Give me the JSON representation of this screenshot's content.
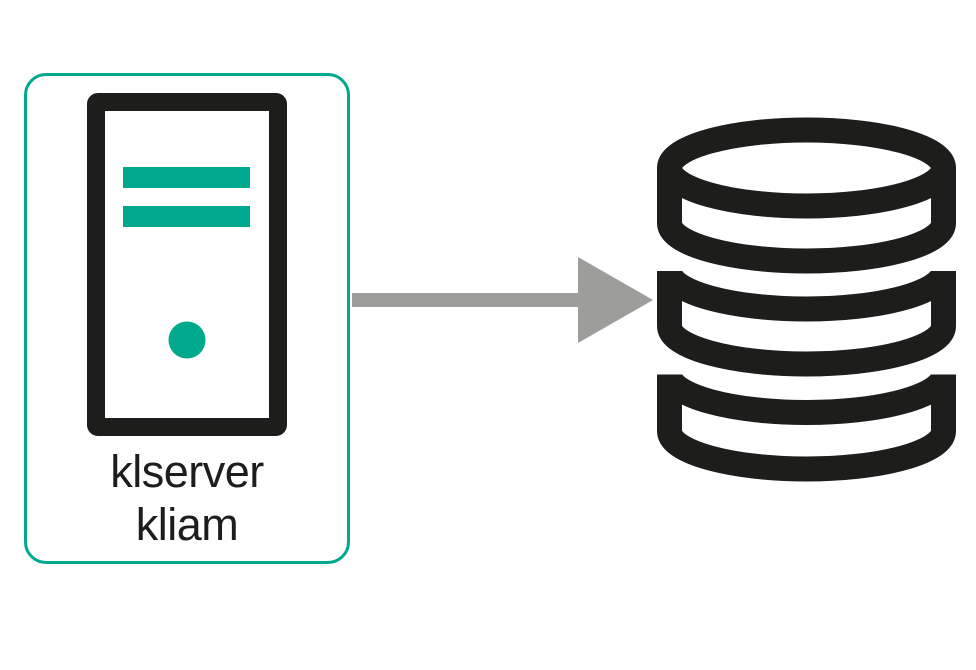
{
  "colors": {
    "teal": "#00a88e",
    "ink": "#1d1d1b",
    "arrow-gray": "#9d9d9c",
    "background": "#ffffff"
  },
  "diagram": {
    "nodes": {
      "server": {
        "type": "server",
        "icon": "server-tower-icon",
        "label_line1": "klserver",
        "label_line2": "kliam"
      },
      "database": {
        "type": "database",
        "icon": "database-cylinders-icon",
        "label": ""
      }
    },
    "edges": [
      {
        "from": "server",
        "to": "database",
        "style": "solid-arrow-right"
      }
    ]
  }
}
